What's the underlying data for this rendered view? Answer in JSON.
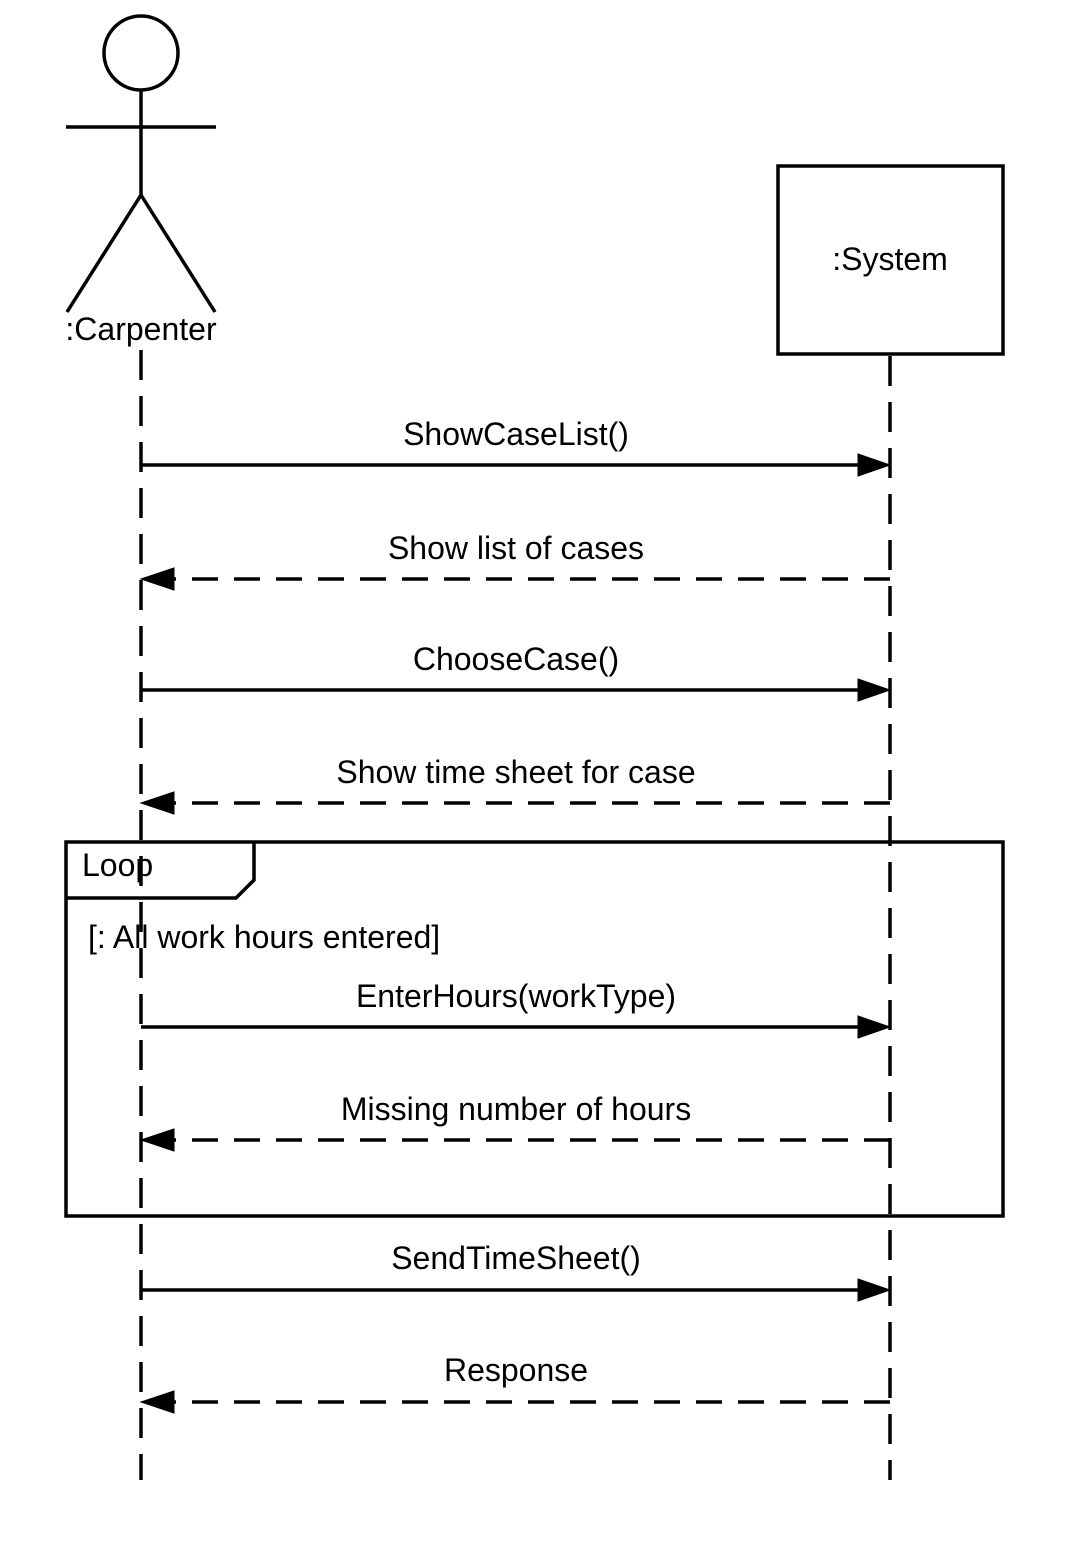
{
  "participants": {
    "actor": {
      "label": ":Carpenter"
    },
    "system": {
      "label": ":System"
    }
  },
  "messages": [
    {
      "label": "ShowCaseList()",
      "kind": "call"
    },
    {
      "label": "Show list of cases",
      "kind": "return"
    },
    {
      "label": "ChooseCase()",
      "kind": "call"
    },
    {
      "label": "Show time sheet for case",
      "kind": "return"
    },
    {
      "label": "EnterHours(workType)",
      "kind": "call"
    },
    {
      "label": "Missing number of hours",
      "kind": "return"
    },
    {
      "label": "SendTimeSheet()",
      "kind": "call"
    },
    {
      "label": "Response",
      "kind": "return"
    }
  ],
  "loop": {
    "label": "Loop",
    "guard": "[: All work hours entered]"
  }
}
